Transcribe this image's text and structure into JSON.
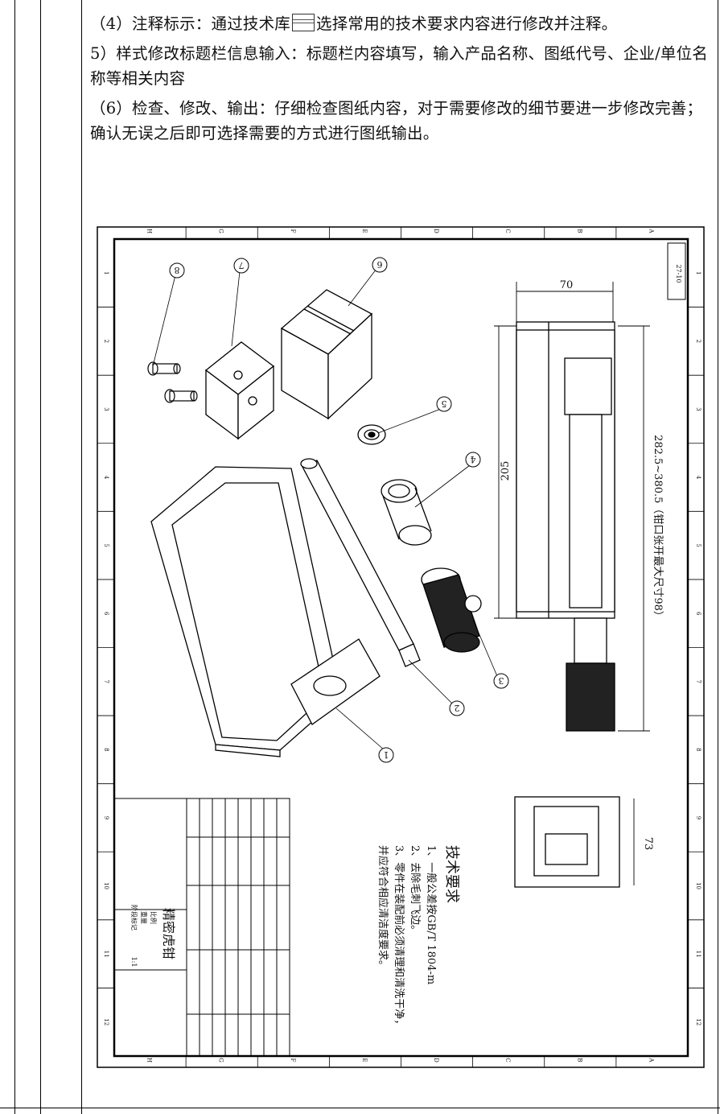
{
  "text": {
    "p1": "（4）注释标示：通过技术库",
    "p1b": "选择常用的技术要求内容进行修改并注释。",
    "p2": "5）样式修改标题栏信息输入：标题栏内容填写，输入产品名称、图纸代号、企业/单位名称等相关内容",
    "p3": "（6）检查、修改、输出：仔细检查图纸内容，对于需要修改的细节要进一步修改完善；确认无误之后即可选择需要的方式进行图纸输出。"
  },
  "drawing": {
    "zone_letters": [
      "H",
      "G",
      "F",
      "E",
      "D",
      "C",
      "B",
      "A"
    ],
    "zone_numbers": [
      "1",
      "2",
      "3",
      "4",
      "5",
      "6",
      "7",
      "8",
      "9",
      "10",
      "11",
      "12"
    ],
    "balloons": [
      "1",
      "2",
      "3",
      "4",
      "5",
      "6",
      "7",
      "8"
    ],
    "dims": {
      "width": "70",
      "height": "205",
      "range": "282.5~380.5（钳口张开最大尺寸98）",
      "side": "73"
    },
    "tech_req": {
      "title": "技术要求",
      "lines": [
        "1、一般公差按GB/T 1804-m",
        "2、去除毛刺飞边。",
        "3、零件在装配前必须清理和清洗干净，",
        "并应符合相应清洁度要求。"
      ]
    },
    "title_block": {
      "name": "精密虎钳",
      "scale": "1:1",
      "marks": [
        "阶段标记",
        "重量",
        "比例"
      ]
    },
    "corner_tag": "27-10"
  }
}
